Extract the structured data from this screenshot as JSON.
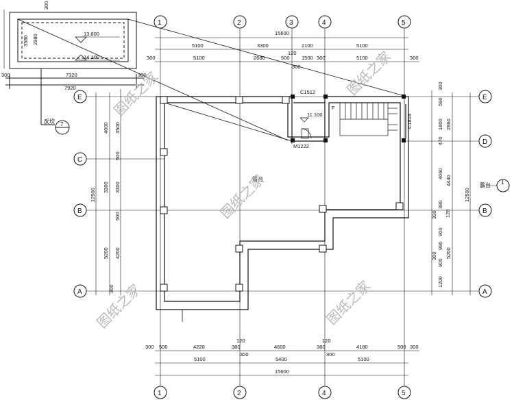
{
  "axes": {
    "columns": [
      "1",
      "2",
      "3",
      "4",
      "5"
    ],
    "rows": [
      "E",
      "D",
      "C",
      "B",
      "A"
    ]
  },
  "top_dims": {
    "total": "15600",
    "row1": [
      "5100",
      "3300",
      "2100",
      "5100"
    ],
    "row2": [
      "300",
      "5100",
      "2680",
      "500",
      "1500",
      "300",
      "5100",
      "300"
    ],
    "small": [
      "120",
      "300"
    ]
  },
  "bottom_dims": {
    "total": "15600",
    "row1": [
      "5100",
      "5400",
      "5100"
    ],
    "row2": [
      "300",
      "500",
      "4220",
      "380",
      "4600",
      "380",
      "4180",
      "500",
      "300"
    ],
    "small": [
      "120",
      "300",
      "120",
      "300"
    ]
  },
  "left_dims": {
    "total": "12500",
    "outer": [
      "4000",
      "3300",
      "5200"
    ],
    "inner": [
      "3500",
      "500",
      "3300",
      "500",
      "4200",
      "300"
    ]
  },
  "right_dims": {
    "total": "12500",
    "outer": [
      "2860",
      "4440",
      "5200"
    ],
    "inner": [
      "300",
      "590",
      "1800",
      "470",
      "4060",
      "380",
      "300",
      "120",
      "900",
      "980",
      "900",
      "300",
      "1200"
    ]
  },
  "keyplan": {
    "elev_roof": "13.800",
    "elev_base": "14.100",
    "dim_h1": "3580",
    "dim_h2": "2980",
    "dim_h3": "300",
    "dim_w1": "7320",
    "dim_w2": "7920",
    "dim_s1": "300",
    "dim_s2": "300",
    "callout_label": "反坎",
    "callout_num": "7"
  },
  "labels": {
    "window_1": "C1512",
    "window_2": "C1818",
    "door_1": "M1222",
    "stair_up": "F",
    "elevation_stair": "11.100",
    "roof_label": "露台",
    "section_label": "露台",
    "section_num": "1"
  },
  "watermark": "图纸之家"
}
